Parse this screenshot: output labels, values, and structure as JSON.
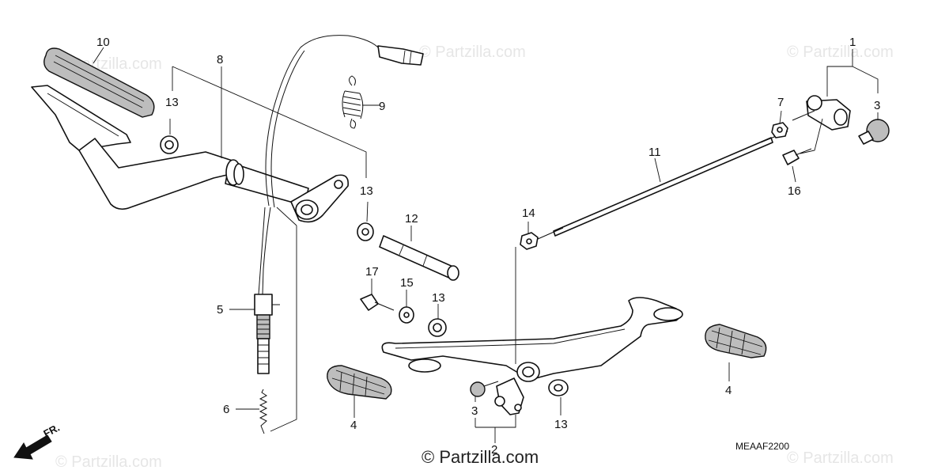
{
  "diagram": {
    "callouts": [
      {
        "id": "c1",
        "text": "1"
      },
      {
        "id": "c2",
        "text": "2"
      },
      {
        "id": "c3a",
        "text": "3"
      },
      {
        "id": "c3b",
        "text": "3"
      },
      {
        "id": "c4a",
        "text": "4"
      },
      {
        "id": "c4b",
        "text": "4"
      },
      {
        "id": "c5",
        "text": "5"
      },
      {
        "id": "c6",
        "text": "6"
      },
      {
        "id": "c7",
        "text": "7"
      },
      {
        "id": "c8",
        "text": "8"
      },
      {
        "id": "c9",
        "text": "9"
      },
      {
        "id": "c10",
        "text": "10"
      },
      {
        "id": "c11",
        "text": "11"
      },
      {
        "id": "c12",
        "text": "12"
      },
      {
        "id": "c13a",
        "text": "13"
      },
      {
        "id": "c13b",
        "text": "13"
      },
      {
        "id": "c13c",
        "text": "13"
      },
      {
        "id": "c13d",
        "text": "13"
      },
      {
        "id": "c14",
        "text": "14"
      },
      {
        "id": "c15",
        "text": "15"
      },
      {
        "id": "c16",
        "text": "16"
      },
      {
        "id": "c17",
        "text": "17"
      }
    ],
    "diagram_code": "MEAAF2200",
    "direction_label": "FR.",
    "watermark": "© Partzilla.com",
    "footer_watermark": "© Partzilla.com"
  }
}
